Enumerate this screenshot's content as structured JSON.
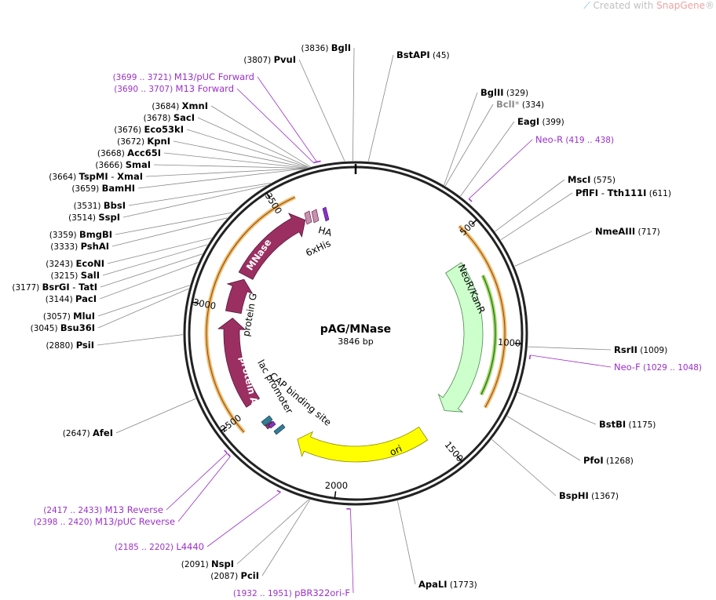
{
  "watermark": {
    "prefix": "Created with ",
    "brand": "SnapGene",
    "suffix": "®"
  },
  "plasmid": {
    "name": "pAG/MNase",
    "size_label": "3846 bp"
  },
  "ticks": [
    "500",
    "1000",
    "1500",
    "2000",
    "2500",
    "3000",
    "3500"
  ],
  "sites": [
    {
      "name": "BglI",
      "pos": "(3836)"
    },
    {
      "name": "PvuI",
      "pos": "(3807)"
    },
    {
      "name": "BstAPI",
      "pos": "(45)"
    },
    {
      "name": "BglII",
      "pos": "(329)"
    },
    {
      "name": "BclI",
      "star": "*",
      "pos": "(334)"
    },
    {
      "name": "EagI",
      "pos": "(399)"
    },
    {
      "name": "MscI",
      "pos": "(575)"
    },
    {
      "name": "PflFI",
      "name2": "Tth111I",
      "pos": "(611)"
    },
    {
      "name": "NmeAIII",
      "pos": "(717)"
    },
    {
      "name": "RsrII",
      "pos": "(1009)"
    },
    {
      "name": "BstBI",
      "pos": "(1175)"
    },
    {
      "name": "PfoI",
      "pos": "(1268)"
    },
    {
      "name": "BspHI",
      "pos": "(1367)"
    },
    {
      "name": "ApaLI",
      "pos": "(1773)"
    },
    {
      "name": "PciI",
      "pos": "(2087)"
    },
    {
      "name": "NspI",
      "pos": "(2091)"
    },
    {
      "name": "AfeI",
      "pos": "(2647)"
    },
    {
      "name": "PsiI",
      "pos": "(2880)"
    },
    {
      "name": "Bsu36I",
      "pos": "(3045)"
    },
    {
      "name": "MluI",
      "pos": "(3057)"
    },
    {
      "name": "PacI",
      "pos": "(3144)"
    },
    {
      "name": "BsrGI",
      "name2": "TatI",
      "pos": "(3177)"
    },
    {
      "name": "SalI",
      "pos": "(3215)"
    },
    {
      "name": "EcoNI",
      "pos": "(3243)"
    },
    {
      "name": "PshAI",
      "pos": "(3333)"
    },
    {
      "name": "BmgBI",
      "pos": "(3359)"
    },
    {
      "name": "SspI",
      "pos": "(3514)"
    },
    {
      "name": "BbsI",
      "pos": "(3531)"
    },
    {
      "name": "BamHI",
      "pos": "(3659)"
    },
    {
      "name": "TspMI",
      "name2": "XmaI",
      "pos": "(3664)"
    },
    {
      "name": "SmaI",
      "pos": "(3666)"
    },
    {
      "name": "Acc65I",
      "pos": "(3668)"
    },
    {
      "name": "KpnI",
      "pos": "(3672)"
    },
    {
      "name": "Eco53kI",
      "pos": "(3676)"
    },
    {
      "name": "SacI",
      "pos": "(3678)"
    },
    {
      "name": "XmnI",
      "pos": "(3684)"
    }
  ],
  "primers": [
    {
      "name": "M13/pUC Forward",
      "pos": "(3699 .. 3721)"
    },
    {
      "name": "M13 Forward",
      "pos": "(3690 .. 3707)"
    },
    {
      "name": "Neo-R",
      "pos": "(419 .. 438)"
    },
    {
      "name": "Neo-F",
      "pos": "(1029 .. 1048)"
    },
    {
      "name": "pBR322ori-F",
      "pos": "(1932 .. 1951)"
    },
    {
      "name": "L4440",
      "pos": "(2185 .. 2202)"
    },
    {
      "name": "M13/pUC Reverse",
      "pos": "(2398 .. 2420)"
    },
    {
      "name": "M13 Reverse",
      "pos": "(2417 .. 2433)"
    }
  ],
  "features": {
    "neo": "NeoR/KanR",
    "ori": "ori",
    "mnase": "MNase",
    "protein_g": "protein G",
    "protein_a": "protein A",
    "lac": "lac promoter",
    "cap": "CAP binding site",
    "ha": "HA",
    "his": "6xHis"
  },
  "colors": {
    "backbone": "#222222",
    "orange_feature": "#f2a33a",
    "neo_fill": "#ccffcc",
    "ori_fill": "#ffff00",
    "protein_fill": "#9b2f62",
    "primer": "#9b30c8",
    "green_primer_arc": "#33a02c",
    "teal": "#2f7f9b"
  }
}
